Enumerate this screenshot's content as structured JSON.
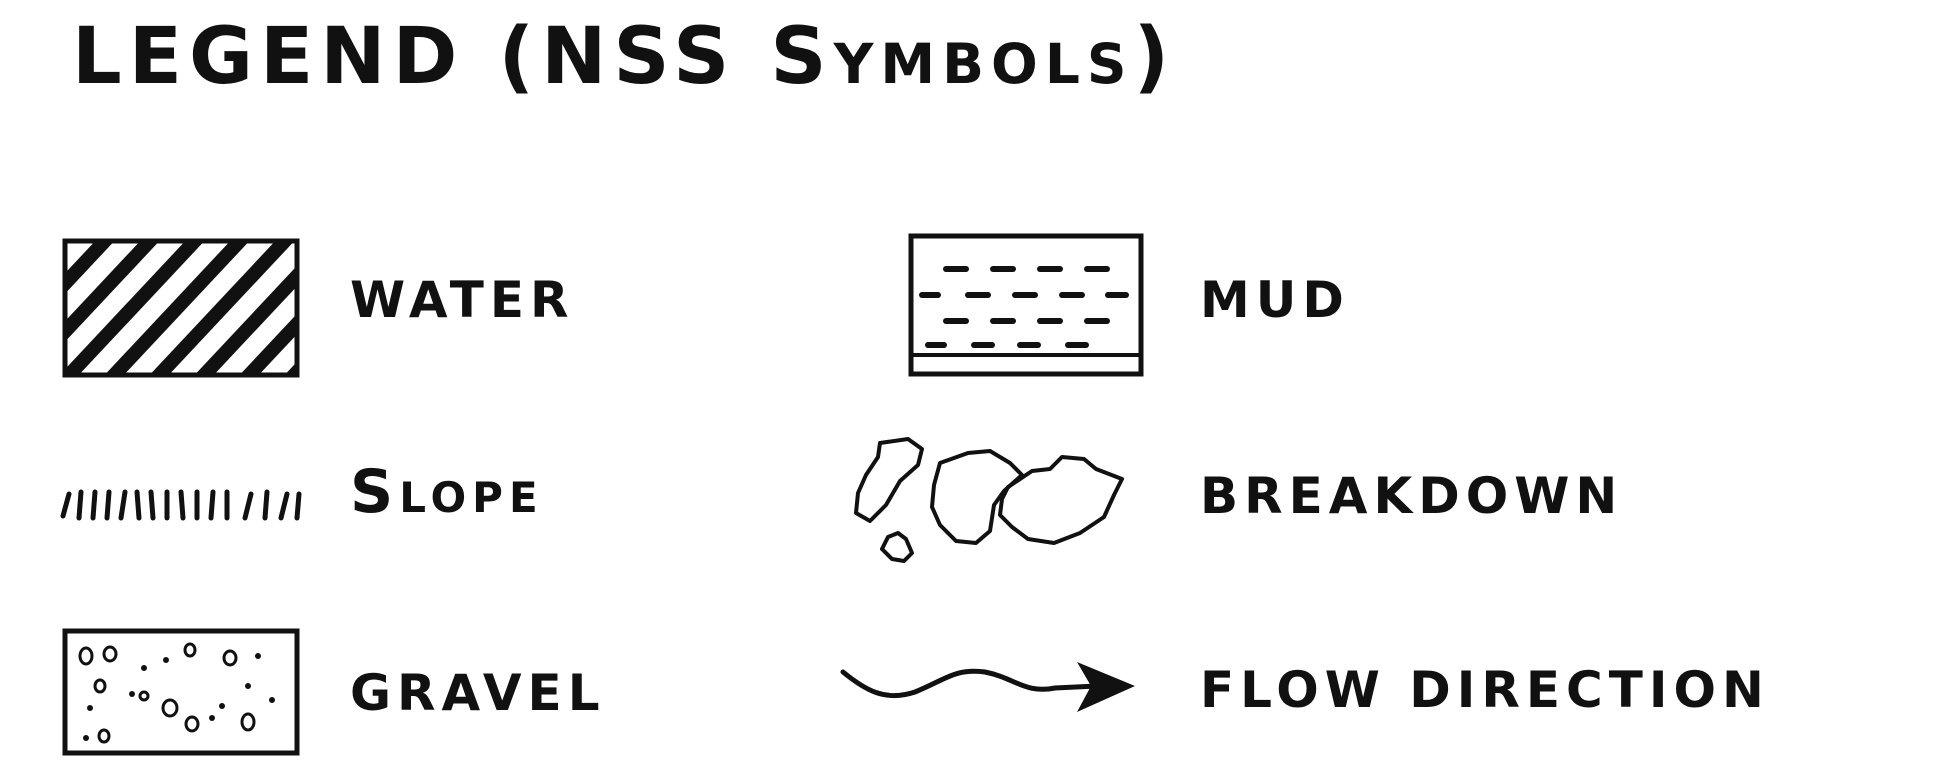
{
  "legend": {
    "title": "LEGEND   (NSS Symbols)",
    "items": [
      {
        "symbol": "water-hatch-icon",
        "label": "WATER"
      },
      {
        "symbol": "mud-dashes-icon",
        "label": "MUD"
      },
      {
        "symbol": "slope-ticks-icon",
        "label": "Slope"
      },
      {
        "symbol": "breakdown-rocks-icon",
        "label": "BREAKDOWN"
      },
      {
        "symbol": "gravel-dots-icon",
        "label": "GRAVEL"
      },
      {
        "symbol": "flow-arrow-icon",
        "label": "FLOW DIRECTION"
      }
    ],
    "colors": {
      "ink": "#111111",
      "background": "#ffffff"
    }
  }
}
